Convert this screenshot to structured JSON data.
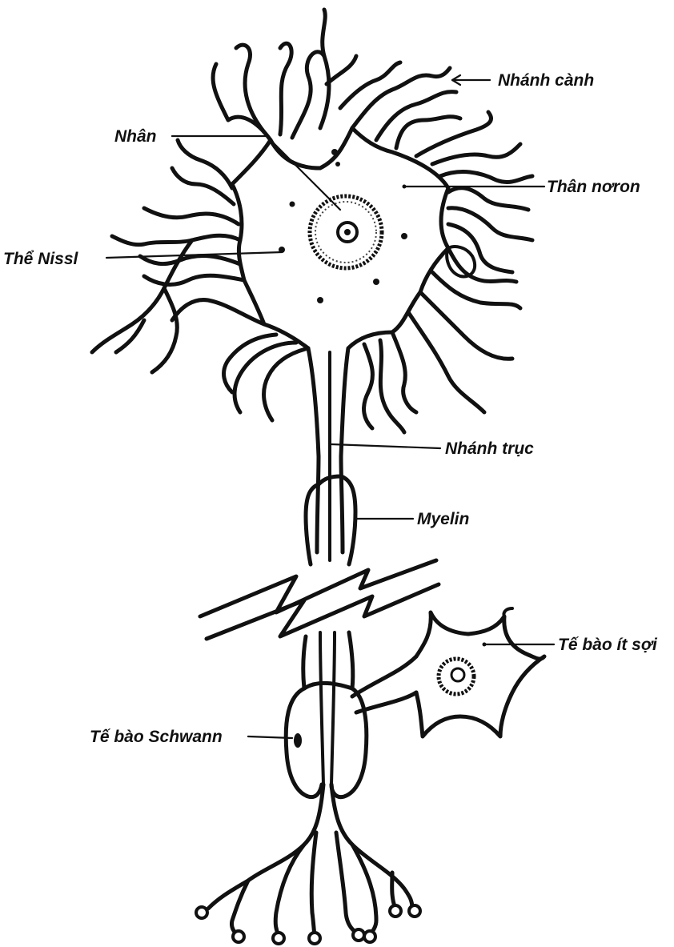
{
  "labels": {
    "nhanh_canh": "Nhánh cành",
    "nhan": "Nhân",
    "than_noron": "Thân nơron",
    "the_nissl": "Thể Nissl",
    "nhanh_truc": "Nhánh trục",
    "myelin": "Myelin",
    "te_bao_it_soi": "Tế bào ít sợi",
    "te_bao_schwann": "Tế bào Schwann"
  }
}
